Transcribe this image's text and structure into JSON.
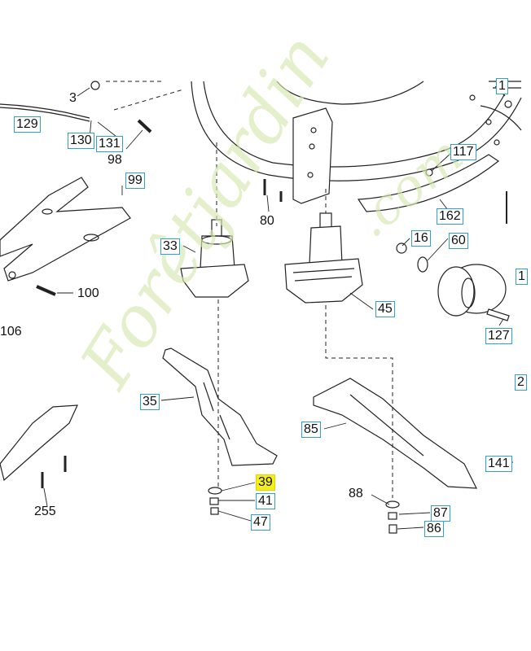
{
  "watermark": {
    "brand": "Forêtjardin",
    "suffix": ".com"
  },
  "colors": {
    "callout_box": "#2fa0d6",
    "highlight": "#f4ee1e",
    "line": "#222222",
    "watermark": "#cfe3a6"
  },
  "labels": {
    "p1": "1",
    "p3": "3",
    "p129": "129",
    "p130": "130",
    "p131": "131",
    "p98": "98",
    "p99": "99",
    "p100": "100",
    "p106": "106",
    "p33": "33",
    "p80": "80",
    "p45": "45",
    "p117": "117",
    "p162": "162",
    "p16": "16",
    "p60": "60",
    "p127": "127",
    "p35": "35",
    "p85": "85",
    "p39": "39",
    "p41": "41",
    "p47": "47",
    "p88": "88",
    "p87": "87",
    "p86": "86",
    "p141": "141",
    "p255": "255",
    "p1r": "1",
    "p2r": "2"
  }
}
